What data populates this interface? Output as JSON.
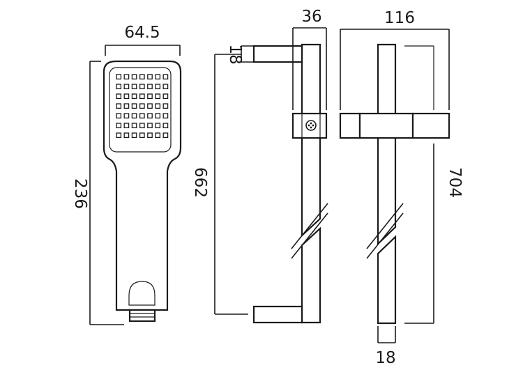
{
  "dimensions": {
    "handset_width": "64.5",
    "handset_length": "236",
    "arm_offset": "36",
    "arm_thickness": "18",
    "rail_centres": "662",
    "bracket_width": "116",
    "rail_length": "704",
    "rail_diameter": "18"
  }
}
